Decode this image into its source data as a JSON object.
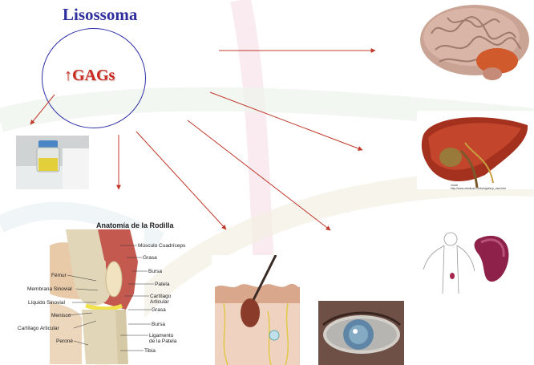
{
  "title": "Lisossoma",
  "circle_text": "↑GAGs",
  "knee": {
    "title": "Anatomía de la Rodilla",
    "labels": {
      "musculo": "Músculo Cuadríceps",
      "grasa1": "Grasa",
      "bursa1": "Bursa",
      "femur": "Fémur",
      "patela": "Patela",
      "membrana": "Membrana Sinovial",
      "cartilago1": "Cartílago",
      "cartilago1b": "Articular",
      "liquido": "Líquido Sinovial",
      "grasa2": "Grasa",
      "menisco": "Menisco",
      "bursa2": "Bursa",
      "cartilago2": "Cartílago Articular",
      "ligamento": "Ligamento",
      "ligamento_b": "de la Patela",
      "perone": "Peroné",
      "tibia": "Tibia"
    }
  },
  "liver_credit": {
    "line1": "chuck",
    "line2": "http://www.olinda.ac.ca/bch/gallery_med.htm"
  },
  "colors": {
    "title": "#2f2f9e",
    "circle": "#2f2fa8",
    "gags": "#c8281e",
    "arrow": "#c0392b"
  }
}
